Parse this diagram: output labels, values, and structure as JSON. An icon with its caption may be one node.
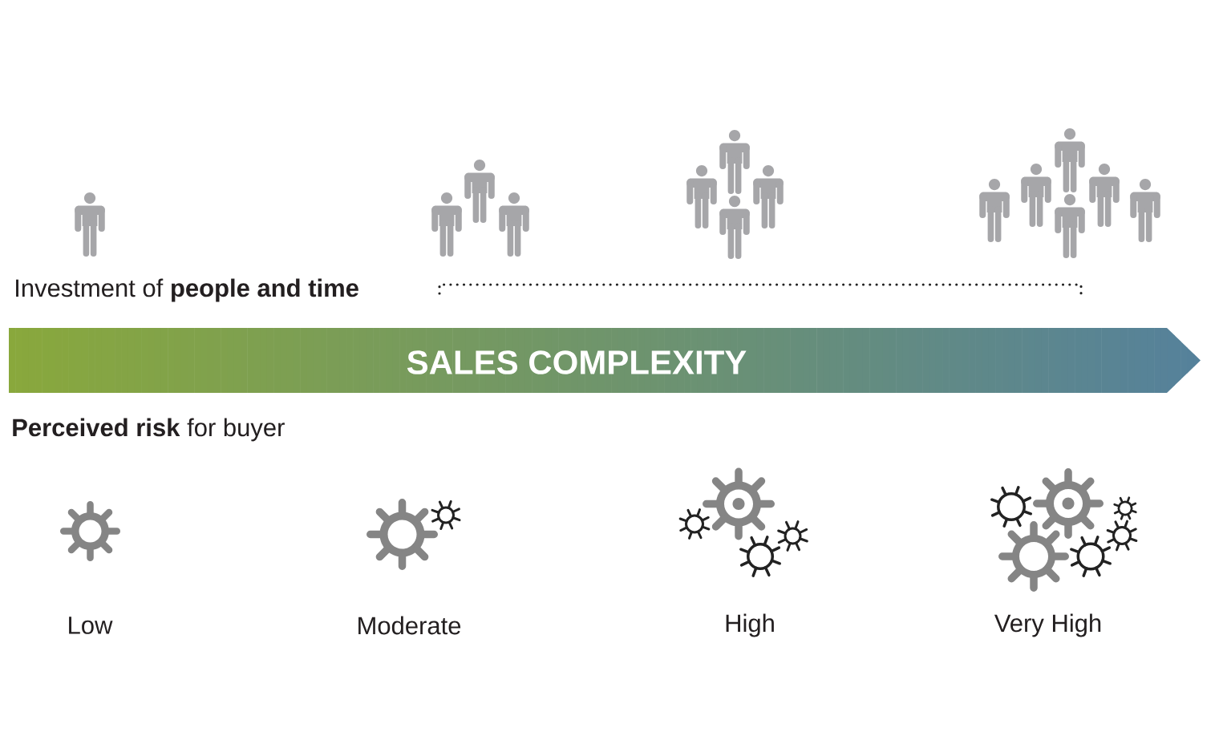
{
  "diagram": {
    "nodes": [
      {
        "text": [
          "SALES COMPLEXITY"
        ]
      }
    ],
    "labels": [
      "Investment of **people and time**",
      "**Perceived risk** for buyer",
      "Low",
      "Moderate",
      "High",
      "Very High"
    ]
  }
}
